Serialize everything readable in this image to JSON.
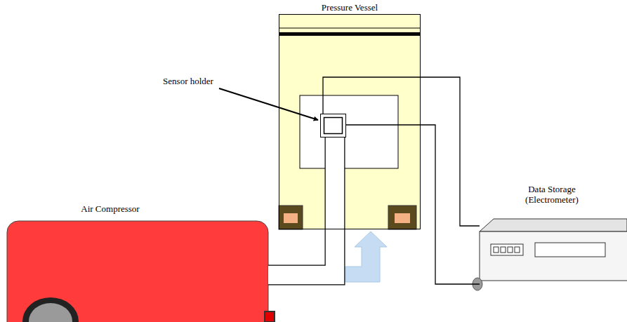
{
  "diagram": {
    "nodes": [
      {
        "text": [
          "Pressure Vessel"
        ]
      },
      {
        "text": [
          "Sensor holder"
        ],
        "in": 0
      },
      {
        "text": [
          "Air Compressor"
        ]
      },
      {
        "text": [
          "Data Storage (Electrometer)"
        ]
      }
    ],
    "edges": [
      {
        "from": 2,
        "to": 1,
        "arrow": "none"
      },
      {
        "from": 1,
        "to": 3,
        "arrow": "none"
      },
      {
        "from": 1,
        "to": 3,
        "arrow": "none"
      }
    ]
  }
}
